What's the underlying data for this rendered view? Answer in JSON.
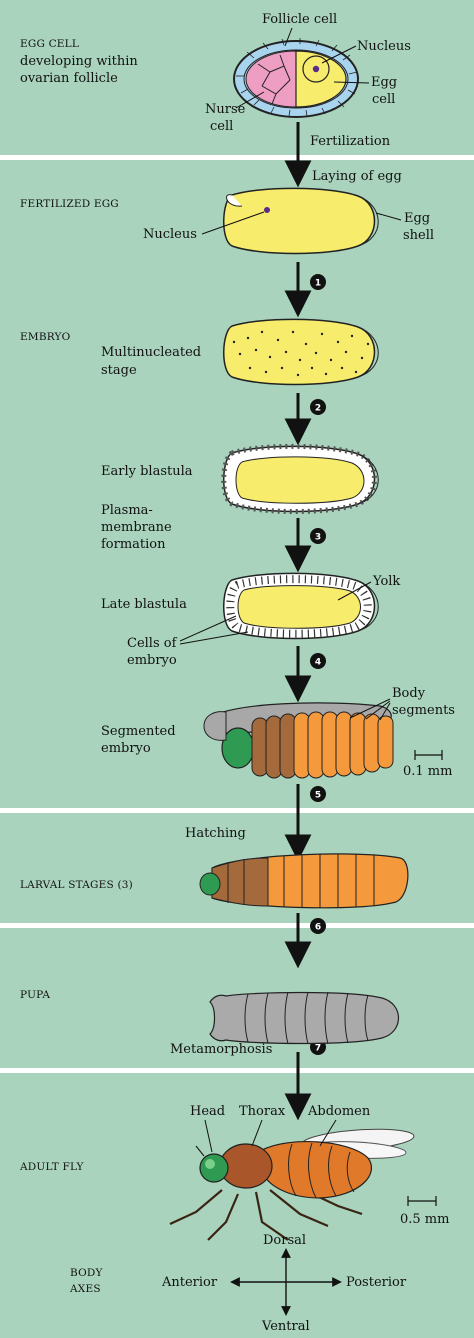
{
  "stages": {
    "egg_cell": "EGG CELL",
    "egg_cell_sub1": "developing within",
    "egg_cell_sub2": "ovarian follicle",
    "fertilized_egg": "FERTILIZED EGG",
    "embryo": "EMBRYO",
    "larval": "LARVAL STAGES (3)",
    "pupa": "PUPA",
    "adult": "ADULT FLY",
    "body_axes_1": "BODY",
    "body_axes_2": "AXES"
  },
  "labels": {
    "follicle_cell": "Follicle cell",
    "nucleus": "Nucleus",
    "egg": "Egg",
    "cell": "cell",
    "nurse": "Nurse",
    "nurse_cell": "cell",
    "fertilization": "Fertilization",
    "laying_of_egg": "Laying of egg",
    "nucleus2": "Nucleus",
    "egg2": "Egg",
    "shell": "shell",
    "multinucleated_1": "Multinucleated",
    "multinucleated_2": "stage",
    "early_blastula": "Early blastula",
    "plasma_1": "Plasma-",
    "plasma_2": "membrane",
    "plasma_3": "formation",
    "yolk": "Yolk",
    "late_blastula": "Late blastula",
    "cells_of_1": "Cells of",
    "cells_of_2": "embryo",
    "body_1": "Body",
    "body_2": "segments",
    "segmented_1": "Segmented",
    "segmented_2": "embryo",
    "scale_embryo": "0.1 mm",
    "hatching": "Hatching",
    "metamorphosis": "Metamorphosis",
    "head": "Head",
    "thorax": "Thorax",
    "abdomen": "Abdomen",
    "scale_adult": "0.5 mm",
    "dorsal": "Dorsal",
    "anterior": "Anterior",
    "posterior": "Posterior",
    "ventral": "Ventral"
  },
  "steps": [
    "1",
    "2",
    "3",
    "4",
    "5",
    "6",
    "7"
  ],
  "colors": {
    "background": "#a9d3bd",
    "yolk": "#f7ec6c",
    "nurse": "#ee9ec3",
    "follicle": "#a9d4ee",
    "segment_orange": "#f59a3c",
    "segment_brown": "#a46a3c",
    "head_green": "#2f9a52",
    "pupa_gray": "#aaaaaa"
  }
}
